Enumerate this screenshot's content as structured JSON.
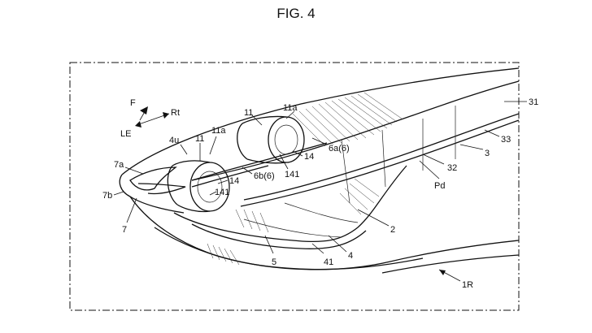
{
  "figure": {
    "title": "FIG. 4"
  },
  "directions": {
    "f": "F",
    "rt": "Rt",
    "le": "LE"
  },
  "labels": {
    "l31": "31",
    "l33": "33",
    "l3": "3",
    "l32": "32",
    "pd": "Pd",
    "l2": "2",
    "l11a_right": "11a",
    "l11_right": "11",
    "l6a": "6a(6)",
    "l14_right": "14",
    "l141_right": "141",
    "l6b": "6b(6)",
    "l4u": "4u",
    "l11_left": "11",
    "l11a_left": "11a",
    "l14_left": "14",
    "l141_left": "141",
    "l7a": "7a",
    "l7b": "7b",
    "l7": "7",
    "l5": "5",
    "l41": "41",
    "l4": "4",
    "l1r": "1R"
  }
}
